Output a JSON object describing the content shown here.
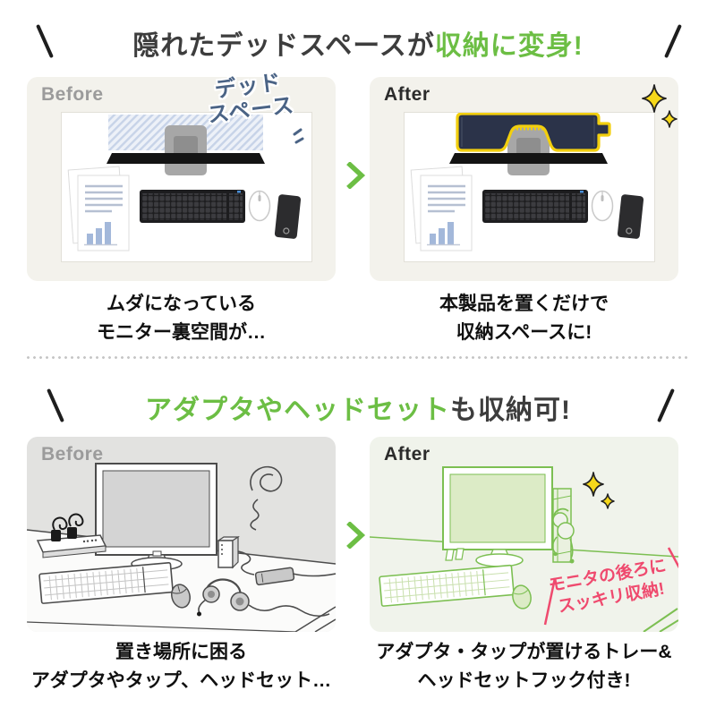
{
  "colors": {
    "accent_green": "#6cbe44",
    "annotation_pink": "#ef4a6e",
    "product_navy": "#2b3349",
    "highlight_yellow": "#f2cf0e",
    "deadspace_blue": "#4a6385",
    "label_gray": "#9b9b9b"
  },
  "icons": {
    "arrow": "chevron-right",
    "sparkle": "four-point-star",
    "title_decoration": "slash-lines"
  },
  "section1": {
    "title_dark": "隠れたデッドスペースが",
    "title_green": "収納に変身!",
    "before": {
      "label": "Before",
      "annotation": [
        "デッド",
        "スペース"
      ],
      "caption": [
        "ムダになっている",
        "モニター裏空間が…"
      ]
    },
    "after": {
      "label": "After",
      "caption": [
        "本製品を置くだけで",
        "収納スペースに!"
      ]
    }
  },
  "section2": {
    "title_green": "アダプタやヘッドセット",
    "title_dark": "も収納可!",
    "before": {
      "label": "Before",
      "caption": [
        "置き場所に困る",
        "アダプタやタップ、ヘッドセット…"
      ]
    },
    "after": {
      "label": "After",
      "annotation": [
        "モニタの後ろに",
        "スッキリ収納!"
      ],
      "caption": [
        "アダプタ・タップが置けるトレー&",
        "ヘッドセットフック付き!"
      ]
    }
  }
}
